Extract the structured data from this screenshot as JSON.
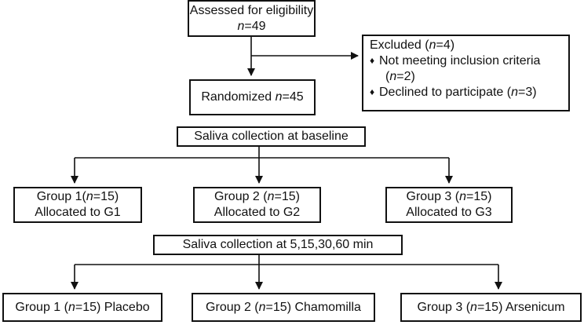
{
  "assessed": {
    "title": "Assessed for eligibility",
    "n_label": "n",
    "n_value": "=49"
  },
  "excluded": {
    "prefix": "Excluded (",
    "n_label": "n",
    "n_value": "=4)",
    "bullet": "♦",
    "item1_text": "Not meeting inclusion criteria",
    "item1_n_prefix": "(",
    "item1_n_label": "n",
    "item1_n_value": "=2)",
    "item2_text": "Declined to participate (",
    "item2_n_label": "n",
    "item2_n_value": "=3)"
  },
  "randomized": {
    "title": "Randomized ",
    "n_label": "n",
    "n_value": "=45"
  },
  "baseline": {
    "label": "Saliva collection at baseline"
  },
  "allocation": [
    {
      "prefix": "Group 1(",
      "n_label": "n",
      "n_value": "=15)",
      "allocated": "Allocated to G1"
    },
    {
      "prefix": "Group 2 (",
      "n_label": "n",
      "n_value": "=15)",
      "allocated": "Allocated to G2"
    },
    {
      "prefix": "Group 3 (",
      "n_label": "n",
      "n_value": "=15)",
      "allocated": "Allocated to G3"
    }
  ],
  "timepoints": {
    "label": "Saliva collection at 5,15,30,60 min"
  },
  "outcomes": [
    {
      "prefix": "Group 1 (",
      "n_label": "n",
      "n_value": "=15) Placebo"
    },
    {
      "prefix": "Group 2 (",
      "n_label": "n",
      "n_value": "=15) Chamomilla"
    },
    {
      "prefix": "Group 3 (",
      "n_label": "n",
      "n_value": "=15) Arsenicum"
    }
  ],
  "colors": {
    "line": "#111111",
    "background": "#ffffff"
  }
}
